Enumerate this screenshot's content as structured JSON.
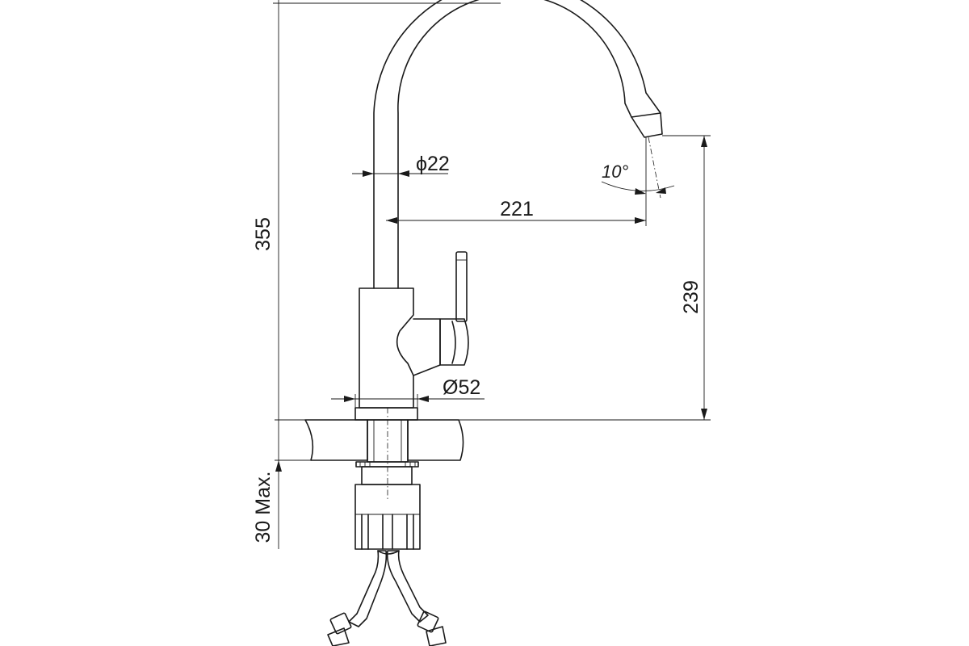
{
  "dimensions": {
    "overall_height": "355",
    "pipe_diameter": "ϕ22",
    "spout_reach": "221",
    "spout_angle": "10°",
    "spout_height": "239",
    "base_diameter": "Ø52",
    "max_counter_thickness": "30 Max."
  },
  "colors": {
    "line": "#1a1a1a",
    "background": "#ffffff"
  }
}
